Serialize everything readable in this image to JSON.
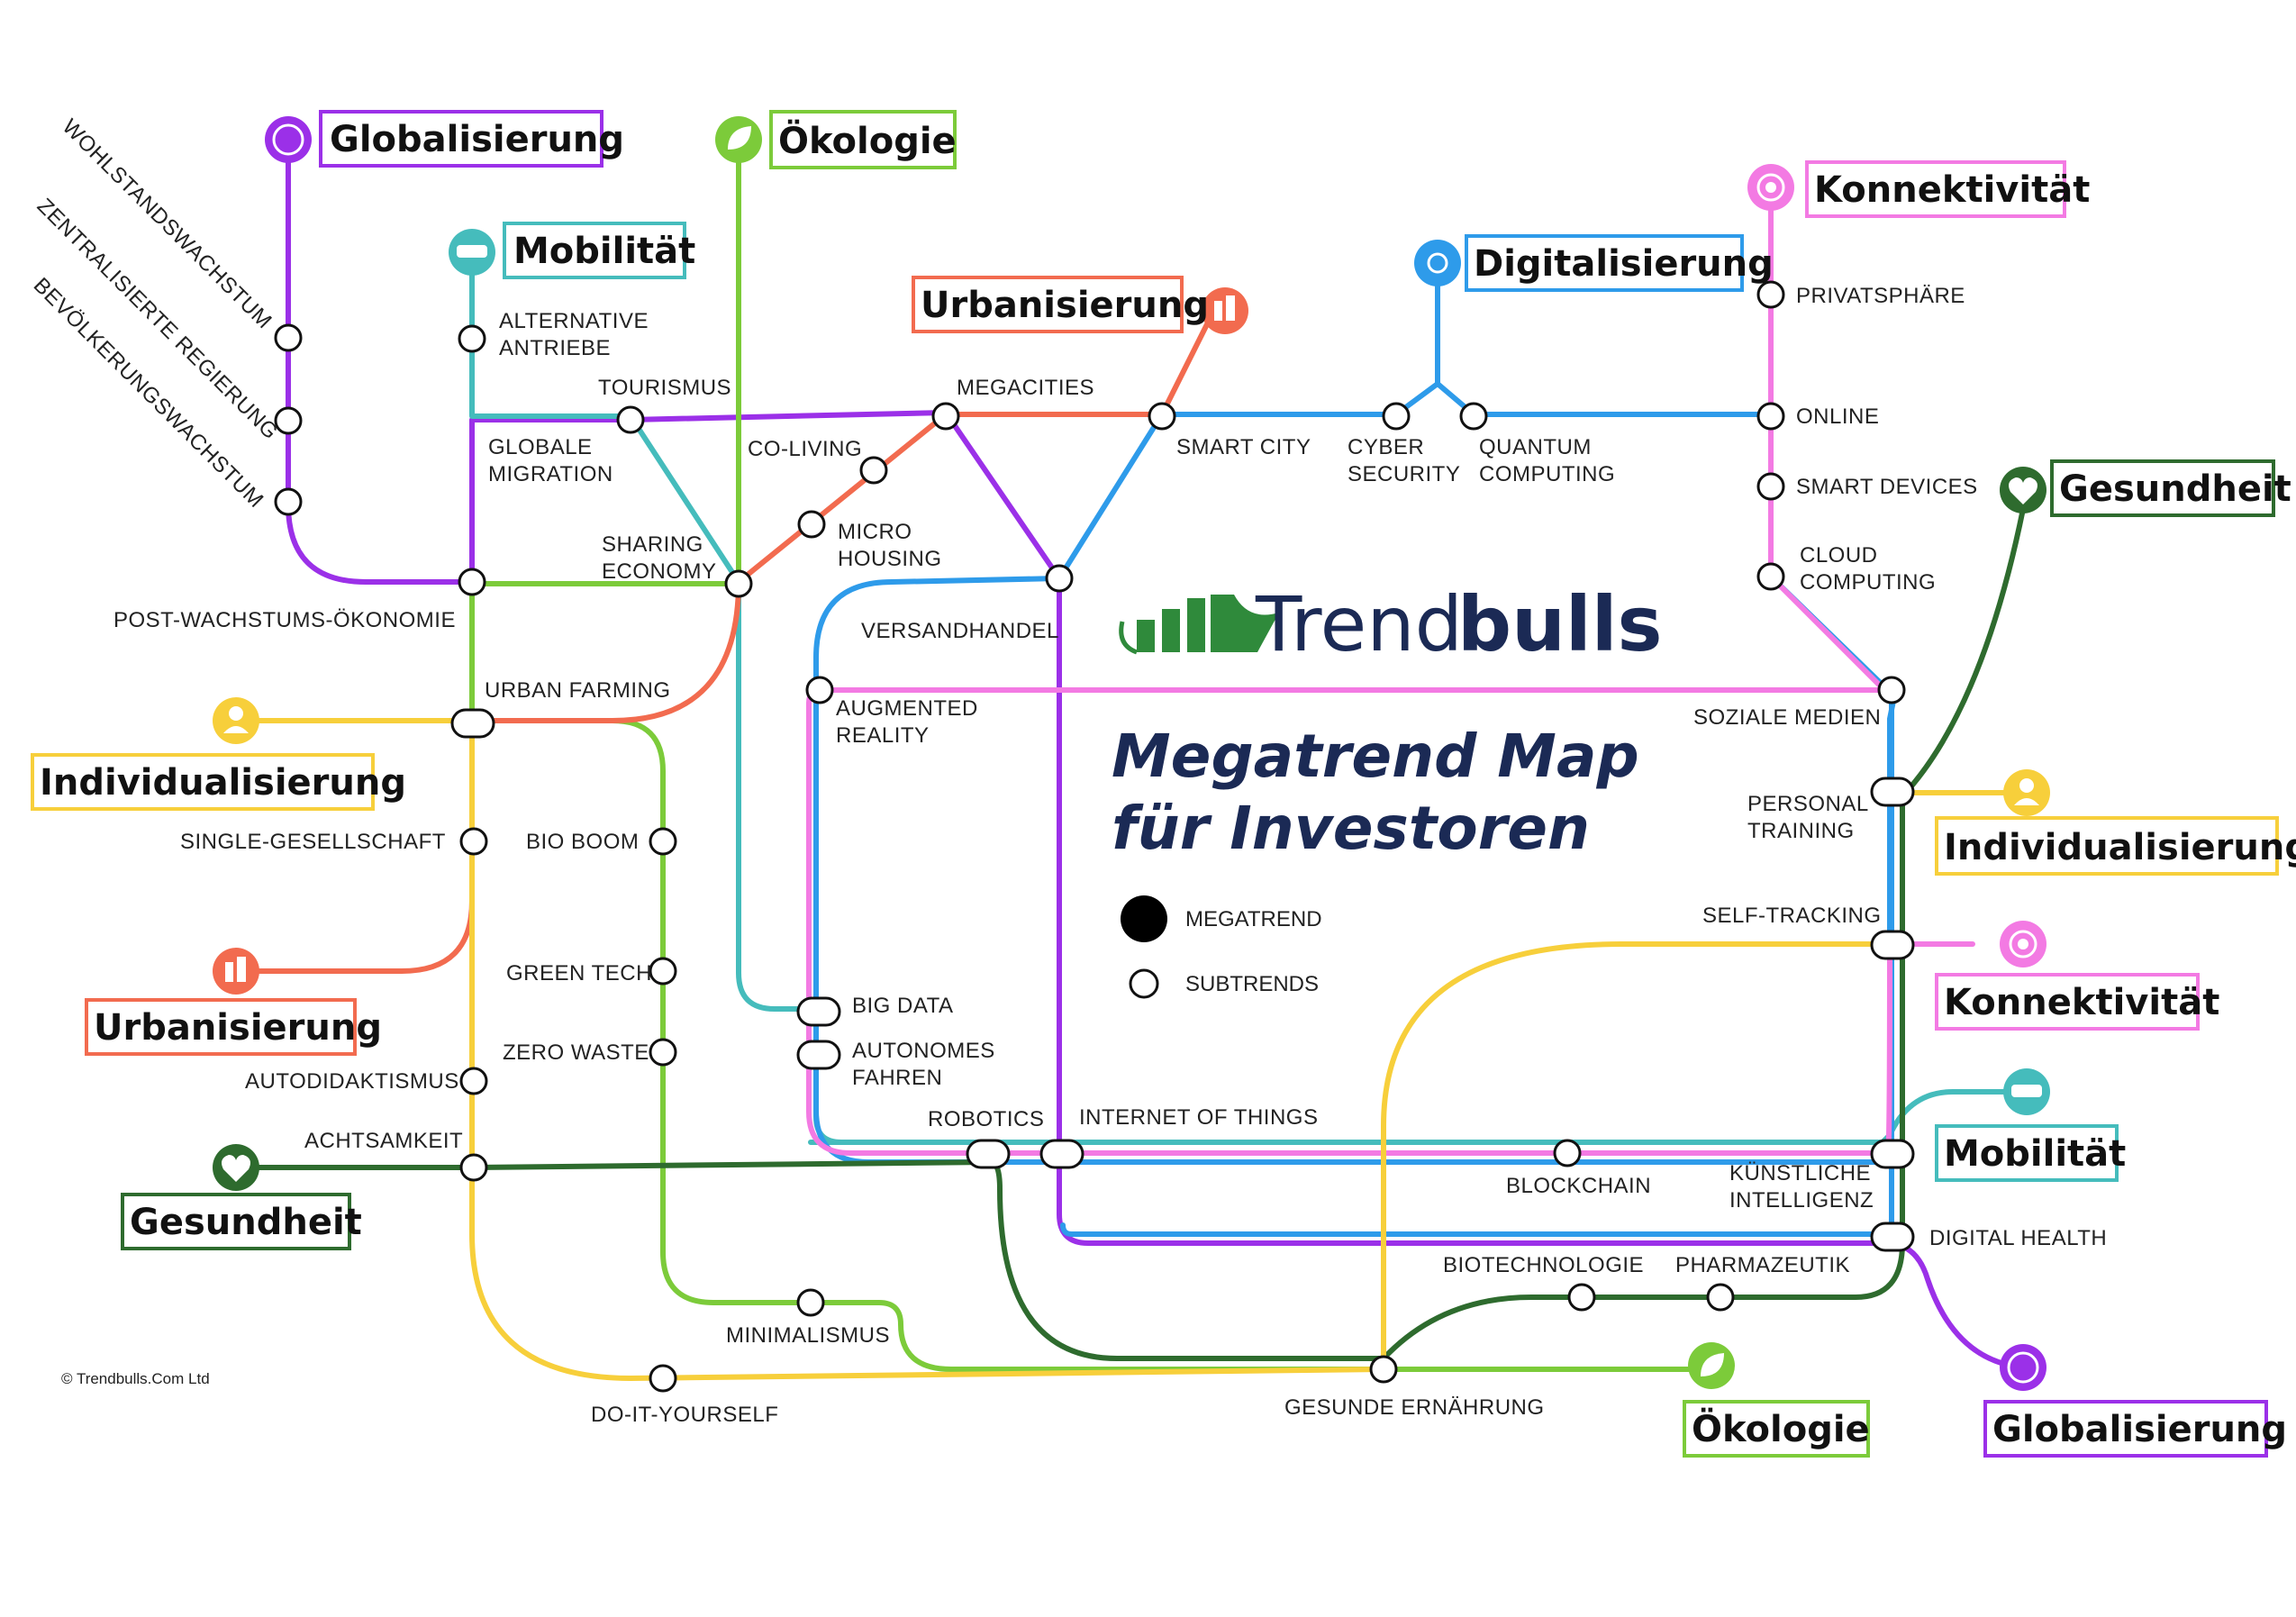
{
  "colors": {
    "globalisierung": "#9b30e8",
    "oekologie": "#7ccb3a",
    "mobilitaet": "#45bcbc",
    "urbanisierung": "#f26b4f",
    "digitalisierung": "#2e9bea",
    "konnektivitaet": "#f37ae3",
    "gesundheit": "#2e6b2e",
    "individualisierung": "#f7cf3b",
    "text": "#1b2a55",
    "brand_green": "#2f8a3b"
  },
  "brand": {
    "name_light": "Trend",
    "name_bold": "bulls"
  },
  "title": {
    "line1": "Megatrend Map",
    "line2": "für Investoren"
  },
  "legend": {
    "megatrend": "MEGATREND",
    "subtrends": "SUBTRENDS"
  },
  "copyright": "© Trendbulls.Com Ltd",
  "megatrends": {
    "globalisierung_top": {
      "label": "Globalisierung",
      "icon": "globe-network-icon"
    },
    "oekologie_top": {
      "label": "Ökologie",
      "icon": "leaf-icon"
    },
    "mobilitaet_top": {
      "label": "Mobilität",
      "icon": "car-icon"
    },
    "urbanisierung_top": {
      "label": "Urbanisierung",
      "icon": "city-icon"
    },
    "digitalisierung_top": {
      "label": "Digitalisierung",
      "icon": "circuit-icon"
    },
    "konnektivitaet_top": {
      "label": "Konnektivität",
      "icon": "antenna-icon"
    },
    "gesundheit_right": {
      "label": "Gesundheit",
      "icon": "heart-plus-icon"
    },
    "individualisierung_left": {
      "label": "Individualisierung",
      "icon": "person-icon"
    },
    "urbanisierung_left": {
      "label": "Urbanisierung",
      "icon": "city-icon"
    },
    "gesundheit_left": {
      "label": "Gesundheit",
      "icon": "heart-plus-icon"
    },
    "individualisierung_right": {
      "label": "Individualisierung",
      "icon": "person-icon"
    },
    "konnektivitaet_right": {
      "label": "Konnektivität",
      "icon": "antenna-icon"
    },
    "mobilitaet_right": {
      "label": "Mobilität",
      "icon": "car-icon"
    },
    "oekologie_bottom": {
      "label": "Ökologie",
      "icon": "leaf-icon"
    },
    "globalisierung_bottom": {
      "label": "Globalisierung",
      "icon": "globe-network-icon"
    }
  },
  "rotated": {
    "wohlstand": "WOHLSTANDSWACHSTUM",
    "zentral": "ZENTRALISIERTE REGIERUNG",
    "bevoelkerung": "BEVÖLKERUNGSWACHSTUM"
  },
  "stations": {
    "alternative_antriebe": [
      "ALTERNATIVE",
      "ANTRIEBE"
    ],
    "tourismus": [
      "TOURISMUS"
    ],
    "megacities": [
      "MEGACITIES"
    ],
    "globale_migration": [
      "GLOBALE",
      "MIGRATION"
    ],
    "co_living": [
      "CO-LIVING"
    ],
    "smart_city": [
      "SMART CITY"
    ],
    "cyber_security": [
      "CYBER",
      "SECURITY"
    ],
    "quantum_computing": [
      "QUANTUM",
      "COMPUTING"
    ],
    "privatsphaere": [
      "PRIVATSPHÄRE"
    ],
    "online": [
      "ONLINE"
    ],
    "smart_devices": [
      "SMART DEVICES"
    ],
    "cloud_computing": [
      "CLOUD",
      "COMPUTING"
    ],
    "micro_housing": [
      "MICRO",
      "HOUSING"
    ],
    "sharing_economy": [
      "SHARING",
      "ECONOMY"
    ],
    "post_wachstum": [
      "POST-WACHSTUMS-ÖKONOMIE"
    ],
    "versandhandel": [
      "VERSANDHANDEL"
    ],
    "urban_farming": [
      "URBAN FARMING"
    ],
    "augmented_reality": [
      "AUGMENTED",
      "REALITY"
    ],
    "soziale_medien": [
      "SOZIALE MEDIEN"
    ],
    "personal_training": [
      "PERSONAL",
      "TRAINING"
    ],
    "single_gesellschaft": [
      "SINGLE-GESELLSCHAFT"
    ],
    "bio_boom": [
      "BIO BOOM"
    ],
    "self_tracking": [
      "SELF-TRACKING"
    ],
    "green_tech": [
      "GREEN TECH"
    ],
    "big_data": [
      "BIG DATA"
    ],
    "zero_waste": [
      "ZERO WASTE"
    ],
    "autonomes_fahren": [
      "AUTONOMES",
      "FAHREN"
    ],
    "autodidaktismus": [
      "AUTODIDAKTISMUS"
    ],
    "robotics": [
      "ROBOTICS"
    ],
    "internet_of_things": [
      "INTERNET OF THINGS"
    ],
    "achtsamkeit": [
      "ACHTSAMKEIT"
    ],
    "blockchain": [
      "BLOCKCHAIN"
    ],
    "kuenstliche_intelligenz": [
      "KÜNSTLICHE",
      "INTELLIGENZ"
    ],
    "digital_health": [
      "DIGITAL HEALTH"
    ],
    "biotechnologie": [
      "BIOTECHNOLOGIE"
    ],
    "pharmazeutik": [
      "PHARMAZEUTIK"
    ],
    "minimalismus": [
      "MINIMALISMUS"
    ],
    "gesunde_ernaehrung": [
      "GESUNDE ERNÄHRUNG"
    ],
    "do_it_yourself": [
      "DO-IT-YOURSELF"
    ]
  }
}
